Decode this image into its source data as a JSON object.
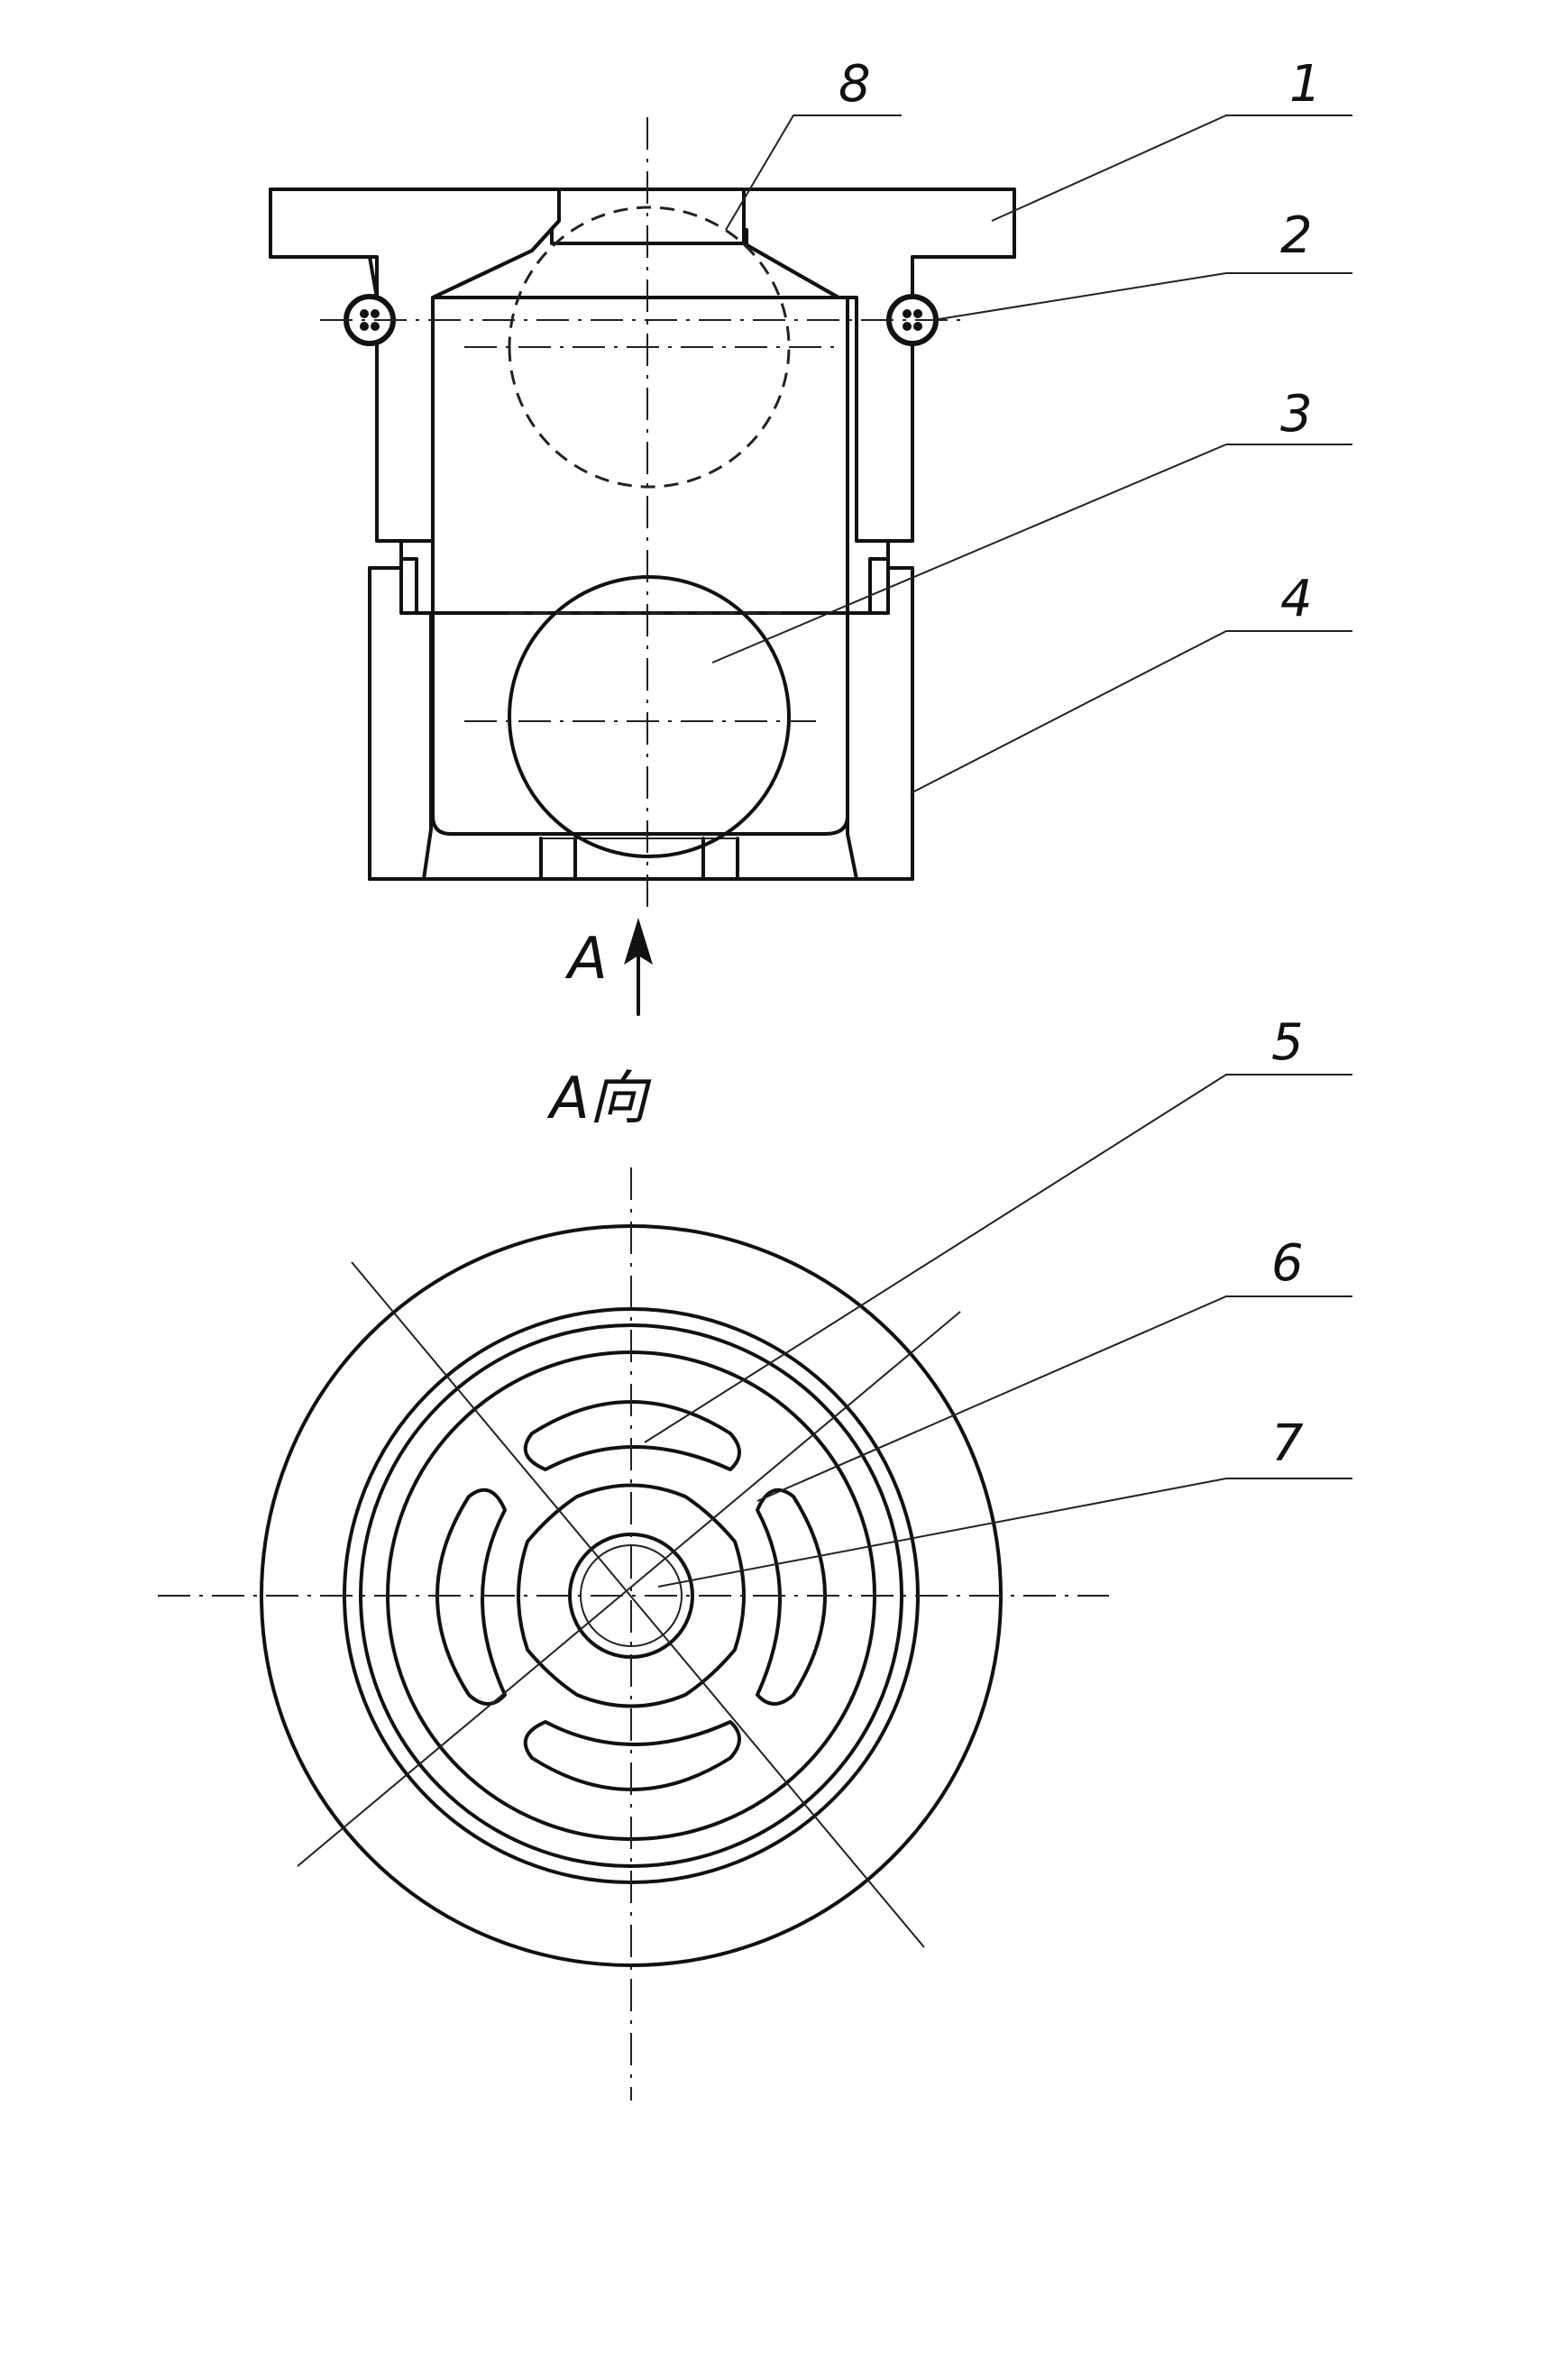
{
  "labels": {
    "l1": "1",
    "l2": "2",
    "l3": "3",
    "l4": "4",
    "l5": "5",
    "l6": "6",
    "l7": "7",
    "l8": "8"
  },
  "arrow_label": "A",
  "view_label": "A向",
  "colors": {
    "line": "#111111",
    "background": "#ffffff"
  }
}
